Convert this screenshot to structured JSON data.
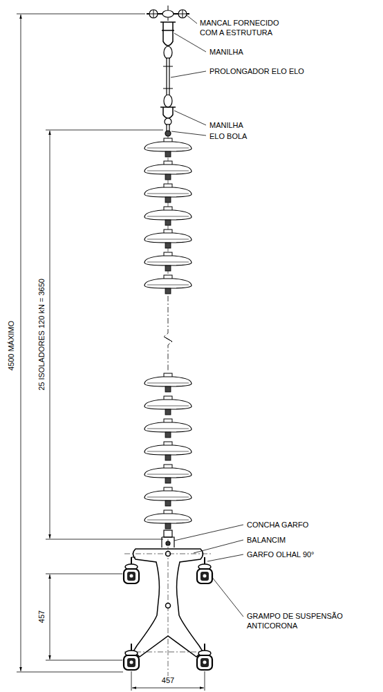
{
  "diagram": {
    "labels": [
      "MANCAL FORNECIDO COM A ESTRUTURA",
      "MANILHA",
      "PROLONGADOR ELO ELO",
      "MANILHA",
      "ELO BOLA",
      "CONCHA GARFO",
      "BALANCIM",
      "GARFO OLHAL 90°",
      "GRAMPO DE SUSPENSÃO ANTICORONA",
      "4500 MÁXIMO",
      "25 ISOLADORES 120 kN = 3650",
      "457",
      "457"
    ]
  }
}
